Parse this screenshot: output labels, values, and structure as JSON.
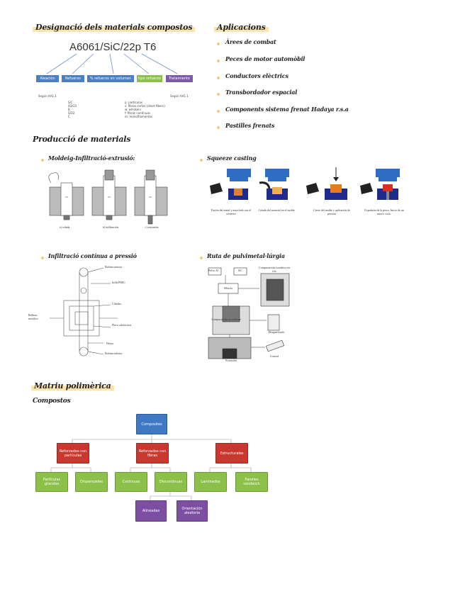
{
  "designation": {
    "heading": "Designació dels materials compostos",
    "code": "A6061/SiC/22p T6",
    "tags": [
      "Aleación",
      "Refuerzo",
      "% refuerzo en volumen",
      "tipo refuerzo",
      "Tratamiento"
    ],
    "tag_colors": [
      "#4a7fc1",
      "#4a7fc1",
      "#4a7fc1",
      "#8cbf4c",
      "#7b5aa6"
    ],
    "note_left": "Según AA1.1",
    "refuerzo_list": [
      "SiC",
      "Al2O3",
      "B",
      "SiO2",
      "C"
    ],
    "tipo_list": [
      "p: partículas",
      "s: fibras cortas (short fibers)",
      "w: whiskers",
      "f: fibras continuas",
      "m: monofilamentos"
    ],
    "note_right": "Según AA1.1"
  },
  "applications": {
    "heading": "Aplicacions",
    "items": [
      "Àrees de combat",
      "Peces de motor automòbil",
      "Conductors elèctrics",
      "Transbordador espacial",
      "Components sistema frenat Hadaya r.s.a",
      "Pastilles frenats"
    ]
  },
  "production": {
    "heading": "Producció de materials",
    "casting": {
      "label": "Moldeig-Infiltració-extrusió:",
      "captions": [
        "a) colada",
        "b) infiltración",
        "c) extrusión"
      ]
    },
    "squeeze": {
      "label": "Squeeze casting",
      "captions": [
        "Fusión del metal y mezclado con el refuerzo",
        "Colada del material en el molde",
        "Cierre del molde y aplicación de presión",
        "Expulsión de la pieza. Inicio de un nuevo ciclo."
      ]
    },
    "pressure": {
      "label": "Infiltració contínua a pressió",
      "labels": [
        "Bobina tensora",
        "Infilt.PREC",
        "Cilindro",
        "Placa calefactora",
        "Relleno metálico",
        "Fibras",
        "Bobina inferior"
      ]
    },
    "powder": {
      "label": "Ruta de pulvimetal·lúrgia",
      "labels": [
        "Polvo Al",
        "SiC",
        "Compactación isostática en frío",
        "Mezcla",
        "Compactación en caliente",
        "Desgasificado",
        "Extrusión",
        "Control"
      ]
    }
  },
  "polymer": {
    "heading": "Matriu polimèrica",
    "subheading": "Compostos",
    "tree": {
      "root": "Composites",
      "level1": [
        "Reforzados con partículas",
        "Reforzados con fibras",
        "Estructurales"
      ],
      "level2": [
        "Partículas grandes",
        "Dispersoides",
        "Continuas",
        "Discontinuas",
        "Laminados",
        "Paneles sandwich"
      ],
      "level3": [
        "Alineadas",
        "Orientación aleatoria"
      ]
    }
  }
}
